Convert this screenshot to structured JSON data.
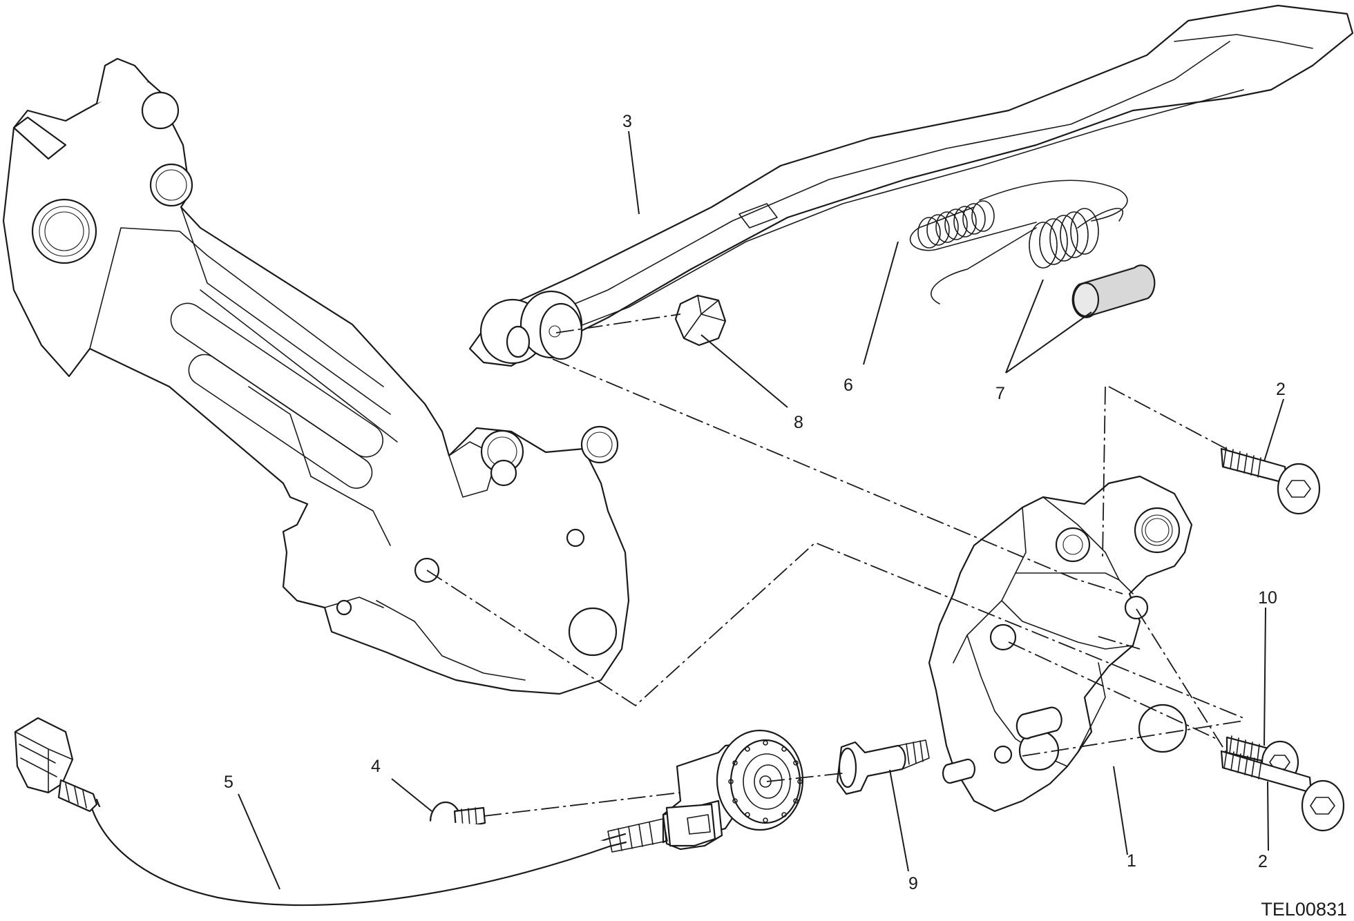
{
  "callouts": {
    "c1": "1",
    "c2a": "2",
    "c2b": "2",
    "c3": "3",
    "c4": "4",
    "c5": "5",
    "c6": "6",
    "c7": "7",
    "c8": "8",
    "c9": "9",
    "c10": "10"
  },
  "reference_code": "TEL00831"
}
